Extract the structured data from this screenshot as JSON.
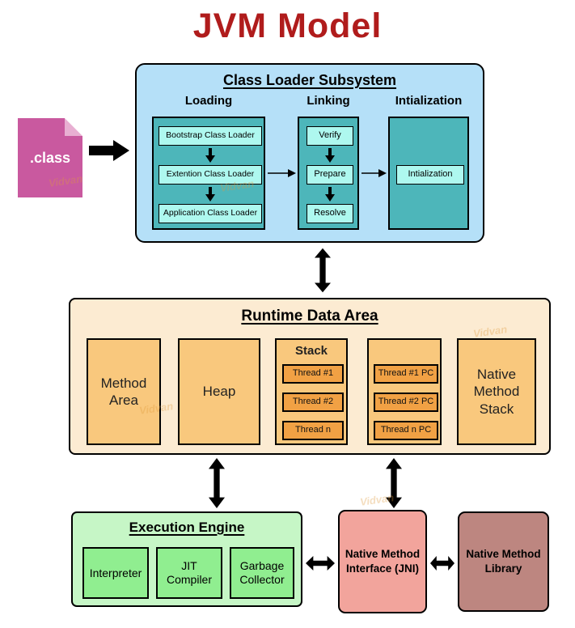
{
  "title": "JVM Model",
  "watermark": "Vidvan",
  "class_file": {
    "label": ".class"
  },
  "class_loader": {
    "title": "Class Loader Subsystem",
    "columns": [
      {
        "label": "Loading",
        "items": [
          "Bootstrap Class Loader",
          "Extention Class Loader",
          "Application Class Loader"
        ]
      },
      {
        "label": "Linking",
        "items": [
          "Verify",
          "Prepare",
          "Resolve"
        ]
      },
      {
        "label": "Intialization",
        "items": [
          "Intialization"
        ]
      }
    ]
  },
  "runtime": {
    "title": "Runtime Data Area",
    "method_area": "Method Area",
    "heap": "Heap",
    "stack_title": "Stack",
    "stack_threads": [
      "Thread #1",
      "Thread #2",
      "Thread n"
    ],
    "pc_threads": [
      "Thread #1 PC",
      "Thread #2 PC",
      "Thread n PC"
    ],
    "native_method_stack": "Native Method Stack"
  },
  "execution_engine": {
    "title": "Execution Engine",
    "items": [
      "Interpreter",
      "JIT Compiler",
      "Garbage Collector"
    ]
  },
  "jni": {
    "label": "Native Method Interface (JNI)"
  },
  "native_library": {
    "label": "Native Method Library"
  },
  "colors": {
    "title_red": "#B01C1C",
    "subsystem_bg": "#B5E0F8",
    "teal_column": "#4DB6BA",
    "cyan_box": "#AEF8EF",
    "class_file_pink": "#C9599F",
    "runtime_bg": "#FCEBD2",
    "orange_box": "#F9C87D",
    "thread_box": "#F1A144",
    "engine_bg": "#C6F6C6",
    "engine_box": "#90EE90",
    "jni_bg": "#F2A49C",
    "library_bg": "#BD8680"
  }
}
